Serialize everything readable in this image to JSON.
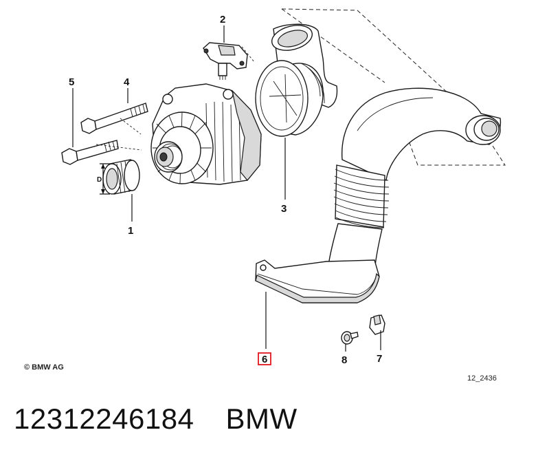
{
  "callouts": {
    "c1": "1",
    "c2": "2",
    "c3": "3",
    "c4": "4",
    "c5": "5",
    "c6": "6",
    "c7": "7",
    "c8": "8"
  },
  "dimension_label": "D",
  "copyright": "© BMW AG",
  "drawing_number": "12_2436",
  "caption": {
    "part_number": "12312246184",
    "brand": "BMW"
  },
  "highlight_color": "#e0141e"
}
